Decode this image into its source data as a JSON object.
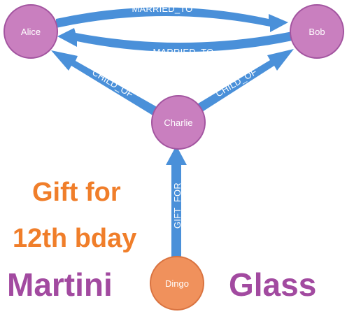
{
  "graph": {
    "nodes": {
      "alice": {
        "label": "Alice",
        "fill": "#c97fbf",
        "stroke": "#a355a0"
      },
      "bob": {
        "label": "Bob",
        "fill": "#c97fbf",
        "stroke": "#a355a0"
      },
      "charlie": {
        "label": "Charlie",
        "fill": "#c97fbf",
        "stroke": "#a355a0"
      },
      "dingo": {
        "label": "Dingo",
        "fill": "#f0915c",
        "stroke": "#d97340"
      }
    },
    "edges": {
      "alice_bob": {
        "label": "MARRIED_TO",
        "from": "Alice",
        "to": "Bob"
      },
      "bob_alice": {
        "label": "MARRIED_TO",
        "from": "Bob",
        "to": "Alice"
      },
      "charlie_alice": {
        "label": "CHILD_OF",
        "from": "Charlie",
        "to": "Alice"
      },
      "charlie_bob": {
        "label": "CHILD_OF",
        "from": "Charlie",
        "to": "Bob"
      },
      "dingo_charlie": {
        "label": "GIFT_FOR",
        "from": "Dingo",
        "to": "Charlie"
      }
    },
    "edge_color": "#4a90d9"
  },
  "captions": {
    "line1": {
      "text": "Gift for",
      "color": "#f07e2a"
    },
    "line2": {
      "text": "12th bday",
      "color": "#f07e2a"
    },
    "word_left": {
      "text": "Martini",
      "color": "#a24aa0"
    },
    "word_right": {
      "text": "Glass",
      "color": "#a24aa0"
    }
  }
}
